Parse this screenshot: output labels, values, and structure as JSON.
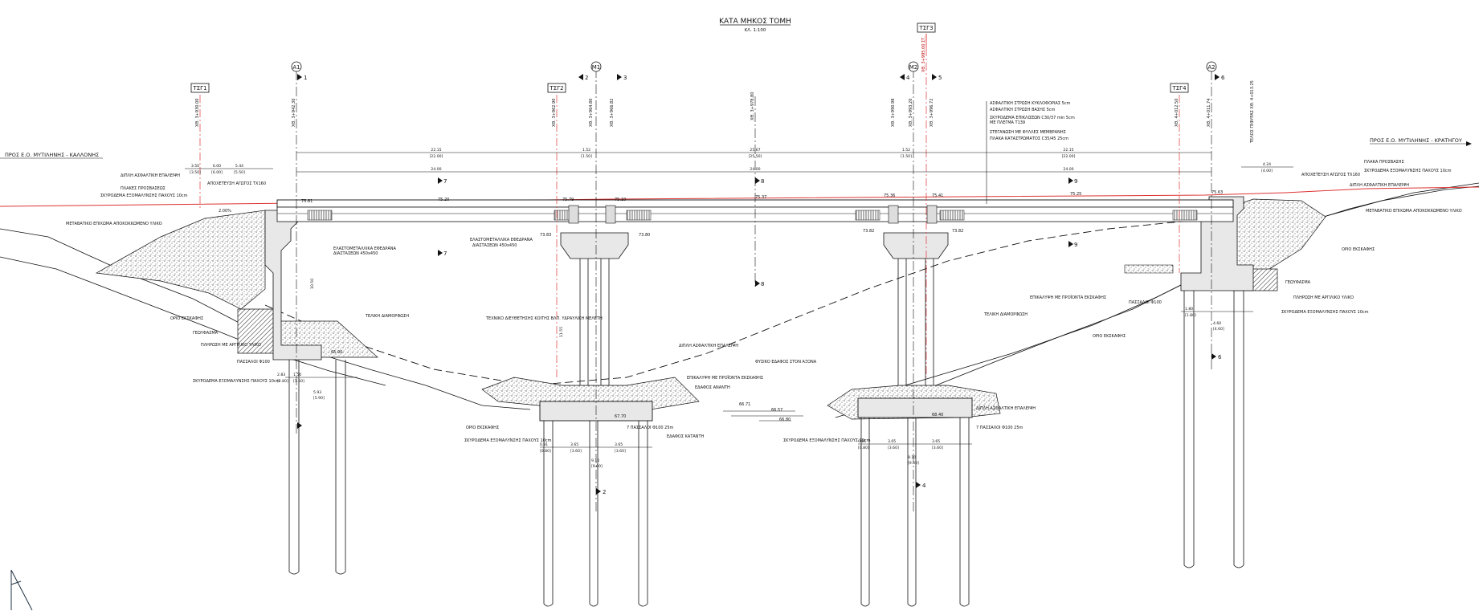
{
  "title": "ΚΑΤΑ ΜΗΚΟΣ ΤΟΜΗ",
  "scale": "ΚΛ. 1:100",
  "road_left": "ΠΡΟΣ Ε.Ο. ΜΥΤΙΛΗΝΗΣ - ΚΑΛΛΟΝΗΣ",
  "road_right": "ΠΡΟΣ Ε.Ο. ΜΥΤΙΛΗΝΗΣ - ΚΡΑΤΗΓΟΥ",
  "supports": [
    "A1",
    "M1",
    "M2",
    "A2"
  ],
  "tsg_tags": [
    "ΤΣΓ1",
    "ΤΣΓ2",
    "ΤΣΓ3",
    "ΤΣΓ4"
  ],
  "chainages": {
    "a1": "ΧΘ. 3+942.30",
    "tsg1": "ΧΘ. 3+930.00",
    "tsg2": "ΧΘ. 3+962.90",
    "m1a": "ΧΘ. 3+964.80",
    "m1b": "ΧΘ. 3+966.82",
    "mid": "ΧΘ. 3+978.80",
    "m2a": "ΧΘ. 3+990.98",
    "m2b": "ΧΘ. 3+993.20",
    "tsg3": "ΧΘ. 3+995.00 ΣΤ.",
    "m2c": "ΧΘ. 3+996.72",
    "tsg4": "ΧΘ. 4+012.50",
    "a2": "ΧΘ. 4+011.74",
    "end": "ΤΕΛΟΣ ΓΕΦΥΡΑΣ ΧΘ. 4+013.25"
  },
  "section_marks": [
    "1",
    "2",
    "3",
    "4",
    "5",
    "6",
    "7",
    "8",
    "9"
  ],
  "spans": {
    "s1": "22.15",
    "s1b": "[22.00]",
    "s2": "25.67",
    "s2b": "[25.50]",
    "s3": "22.15",
    "s3b": "[22.00]",
    "m": "1.52",
    "mb": "[1.50]",
    "sub1": "24.00",
    "sub2": "24.00",
    "sub3": "24.00",
    "l1": "3.50",
    "l1b": "[3.50]",
    "l2": "6.00",
    "l2b": "[6.00]",
    "l3": "5.44",
    "l3b": "[5.50]",
    "r1": "4.24",
    "r1b": "[4.00]"
  },
  "elevations": {
    "e1": "75.81",
    "e2": "75.20",
    "e3": "75.79",
    "e4": "75.10",
    "e5": "75.37",
    "e6": "75.36",
    "e7": "75.41",
    "e8": "75.25",
    "e9": "75.63",
    "f1": "73.83",
    "f2": "73.80",
    "f3": "73.82",
    "f4": "73.82",
    "g1": "65.00",
    "g2": "67.70",
    "g3": "68.40",
    "w1": "66.71",
    "w2": "66.57",
    "w3": "66.80"
  },
  "deck_notes": [
    "ΑΣΦΑΛΤΙΚΗ ΣΤΡΩΣΗ ΚΥΚΛΟΦΟΡΙΑΣ 5cm",
    "ΑΣΦΑΛΤΙΚΗ ΣΤΡΩΣΗ ΒΑΣΗΣ 5cm",
    "ΣΚΥΡΟΔΕΜΑ ΕΠΙΚΛΙΣΕΩΝ C30/37 min 5cm",
    "ΜΕ ΠΛΕΓΜΑ Τ139",
    "ΣΤΕΓΑΝΩΣΗ ΜΕ ΦΥΛΛΕΣ ΜΕΜΒΡΑΝΗΣ",
    "ΠΛΑΚΑ ΚΑΤΑΣΤΡΩΜΑΤΟΣ C35/45 25cm"
  ],
  "labels": {
    "double_asphalt": "ΔΙΠΛΗ ΑΣΦΑΛΤΙΚΗ ΕΠΑΛΕΙΨΗ",
    "transition_slabs": "ΠΛΑΚΕΣ ΠΡΟΣΒΑΣΕΩΣ",
    "lean_concrete": "ΣΚΥΡΟΔΕΜΑ ΕΞΟΜΑΛΥΝΣΗΣ ΠΑΧΟΥΣ 10cm",
    "drain_pipe": "ΑΠΟΧΕΤΕΥΣΗ ΑΓΩΓΟΣ ΤΧ160",
    "transition_wedge": "ΜΕΤΑΒΑΤΙΚΟ ΕΠΙΧΩΜΑ ΑΠΟΚΟΚΚΩΜΕΝΟ ΥΛΙΚΟ",
    "bearings": "ΕΛΑΣΤΟΜΕΤΑΛΛΙΚΑ ΕΦΕΔΡΑΝΑ",
    "bearings_sub": "ΔΙΑΣΤΑΣΕΩΝ 450x450",
    "excavation_limit": "ΟΡΙΟ ΕΚΣΚΑΦΗΣ",
    "geotextile": "ΓΕΩΥΦΑΣΜΑ",
    "fill": "ΠΛΗΡΩΣΗ ΜΕ ΑΡΓΙΛΙΚΟ ΥΛΙΚΟ",
    "piles": "ΠΑΣΣΑΛΟΙ Φ100",
    "final_shaping": "ΤΕΛΙΚΗ ΔΙΑΜΟΡΦΩΣΗ",
    "tech_slope": "ΤΕΧΝΙΚΟ ΔΙΕΥΘΕΤΗΣΗΣ ΚΟΙΤΗΣ ΒΛΠ. ΥΔΡΑΥΛΙΚΗ ΜΕΛΕΤΗ",
    "riprap": "ΕΠΙΚΑΛΥΨΗ ΜΕ ΠΡΟΪΟΝΤΑ ΕΚΣΚΑΦΗΣ",
    "bed_upstream": "ΕΔΑΦΟΣ ΑΝΑΝΤΗ",
    "bed_downstream": "ΕΔΑΦΟΣ ΚΑΤΑΝΤΗ",
    "natural_ground": "ΦΥΣΙΚΟ ΕΔΑΦΟΣ ΣΤΟΝ ΑΞΟΝΑ",
    "piles_m": "7 ΠΑΣΣΑΛΟΙ Φ100 25m",
    "cover": "ΠΛΑΚΑ ΠΡΟΣΒΑΣΗΣ",
    "slope": "2.00%"
  },
  "pier_dims": {
    "a": "3.65",
    "ab": "[3.60]",
    "b": "3.65",
    "bb": "[3.60]",
    "c": "0.81",
    "cb": "[0.80]",
    "d": "9.10",
    "db": "[9.00]",
    "e": "1.80",
    "eb": "[1.80]",
    "f": "4.60",
    "fb": "[4.60]"
  },
  "abut_dims": {
    "a": "2.83",
    "ab": "[2.80]",
    "b": "1.50",
    "bb": "[1.50]",
    "c": "5.93",
    "cb": "[5.90]",
    "h": "10.50",
    "h2": "11.55"
  }
}
